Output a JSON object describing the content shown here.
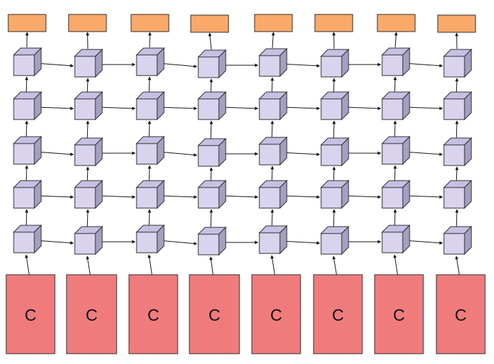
{
  "diagram": {
    "columns": 8,
    "hidden_layers": 5,
    "input_label": "C",
    "colors": {
      "input_fill": "#f07b7d",
      "output_fill": "#f9a969",
      "cube_front": "#d9d3ee",
      "cube_top": "#c7c0e3",
      "cube_side": "#a59fc2",
      "edge": "#2b2b2b",
      "arrow": "#111111"
    },
    "icons": {
      "input_node": "rectangle",
      "hidden_node": "cube-icon",
      "output_node": "rectangle",
      "connection": "arrow-icon"
    }
  }
}
